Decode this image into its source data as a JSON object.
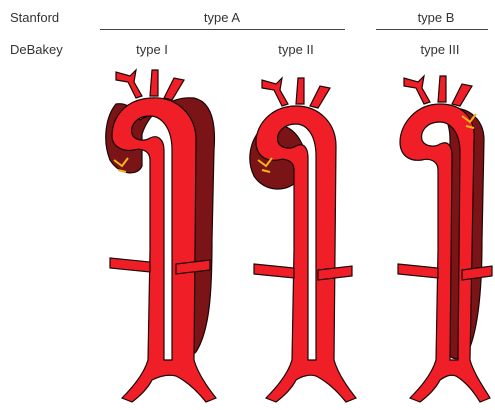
{
  "rows": {
    "stanford": "Stanford",
    "debakey": "DeBakey"
  },
  "stanford_groups": [
    {
      "label": "type A"
    },
    {
      "label": "type B"
    }
  ],
  "debakey_types": [
    {
      "label": "type I"
    },
    {
      "label": "type II"
    },
    {
      "label": "type III"
    }
  ],
  "colors": {
    "lumen": "#f01e26",
    "false_lumen": "#7a1417",
    "outline": "#1a0606",
    "entry_tear": "#f2b51c"
  }
}
